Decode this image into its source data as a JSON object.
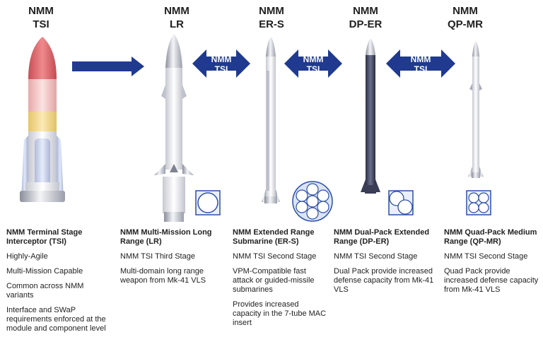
{
  "headers": [
    {
      "l1": "NMM",
      "l2": "TSI"
    },
    {
      "l1": "NMM",
      "l2": "LR"
    },
    {
      "l1": "NMM",
      "l2": "ER-S"
    },
    {
      "l1": "NMM",
      "l2": "DP-ER"
    },
    {
      "l1": "NMM",
      "l2": "QP-MR"
    }
  ],
  "arrows": [
    {
      "l1": "NMM",
      "l2": "TSI"
    },
    {
      "l1": "NMM",
      "l2": "TSI"
    },
    {
      "l1": "NMM",
      "l2": "TSI"
    }
  ],
  "columns": [
    {
      "title": "NMM Terminal Stage Interceptor (TSI)",
      "items": [
        "Highly-Agile",
        "Multi-Mission Capable",
        "Common across NMM variants",
        "Interface and SWaP requirements enforced at the module and component level"
      ]
    },
    {
      "title": "NMM Multi-Mission Long Range (LR)",
      "items": [
        "NMM TSI Third Stage",
        "Multi-domain long range weapon from Mk-41 VLS"
      ]
    },
    {
      "title": "NMM Extended Range Submarine (ER-S)",
      "items": [
        "NMM TSI Second Stage",
        "VPM-Compatible fast attack or guided-missile submarines",
        "Provides increased capacity in the 7-tube MAC insert"
      ]
    },
    {
      "title": "NMM Dual-Pack Extended Range (DP-ER)",
      "items": [
        "NMM TSI Second Stage",
        "Dual Pack provide increased defense capacity from Mk-41 VLS"
      ]
    },
    {
      "title": "NMM Quad-Pack Medium Range (QP-MR)",
      "items": [
        "NMM TSI Second Stage",
        "Quad Pack provide increased defense capacity from Mk-41 VLS"
      ]
    }
  ],
  "colors": {
    "arrow": "#1f3a8f",
    "tsi_nose": "#d9646a",
    "tsi_band": "#f3d98a",
    "canister_border": "#2b4ea8",
    "text": "#222222"
  }
}
